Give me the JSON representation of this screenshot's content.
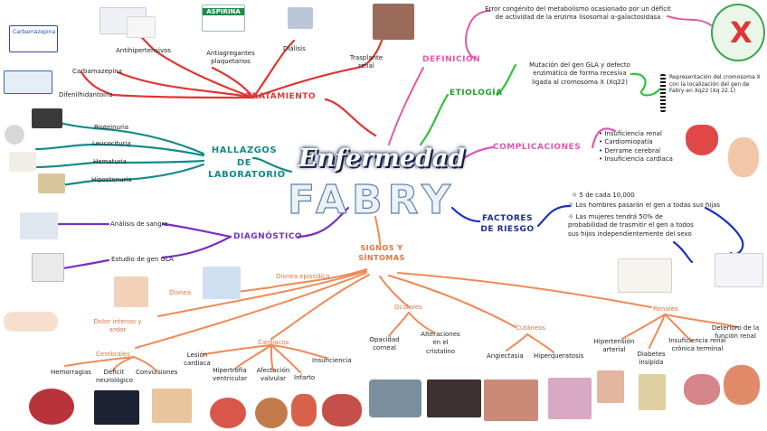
{
  "title": "Enfermedad",
  "subtitle": "FABRY",
  "branches": {
    "tratamiento": "TRATAMIENTO",
    "hallazgos": "HALLAZGOS DE LABORATORIO",
    "diagnostico": "DIAGNÓSTICO",
    "definicion": "DEFINICIÓN",
    "etiologia": "ETIOLOGÍA",
    "complicaciones": "COMPLICACIONES",
    "factores": "FACTORES DE RIESGO",
    "signos": "SIGNOS Y SÍNTOMAS"
  },
  "tratamiento": {
    "items": [
      "Antihipertensivos",
      "Antiagregantes plaquetarios",
      "Diálisis",
      "Trasplante renal",
      "Carbamazepina",
      "Difenilhidantoína"
    ],
    "labels": {
      "aspirina": "ASPIRINA",
      "carbamazepina": "Carbamazepina"
    }
  },
  "hallazgos": {
    "items": [
      "Proteinuria",
      "Leucocituria",
      "Hematuria",
      "Hipostenuria"
    ]
  },
  "diagnostico": {
    "items": [
      "Análisis de sangre",
      "Estudio de gen GLA"
    ]
  },
  "definicion": {
    "text": "Error congénito del metabolismo ocasionado por un déficit de actividad de la enzima lisosomal α-galactosidasa"
  },
  "etiologia": {
    "text": "Mutación del gen GLA y defecto enzimático de forma recesiva ligada al cromosoma X (Xq22)",
    "note": "Representación del cromosoma X con la localización del gen de Fabry en Xq22 (Xq 22.1)"
  },
  "complicaciones": {
    "items": [
      "Insuficiencia renal",
      "Cardiomiopatía",
      "Derrame cerebral",
      "Insuficiencia cardíaca"
    ]
  },
  "factores": {
    "items": [
      "5 de cada 10,000",
      "Los hombres pasarán el gen a todas sus hijas",
      "Las mujeres tendrá 50% de probabilidad de trasmitir el gen a todos sus hijos independientemente del sexo"
    ]
  },
  "signos": {
    "disnea": "Disnea",
    "disnea_ep": "Disnea episódica",
    "dolor": "Dolor intenso y ardor",
    "cerebrales": "Cerebrales",
    "cerebrales_items": [
      "Hemorragias",
      "Déficit neurológico",
      "Convulsiones"
    ],
    "cardiacos": "Cardiacos",
    "cardiacos_items": [
      "Lesión cardiaca",
      "Hipertrofia ventricular",
      "Afectación valvular",
      "Infarto",
      "Insuficiencia"
    ],
    "oculares": "Oculares",
    "oculares_items": [
      "Opacidad corneal",
      "Alteraciones en el cristalino"
    ],
    "cutaneos": "Cutáneos",
    "cutaneos_items": [
      "Angiectasia",
      "Hiperqueratosis"
    ],
    "renales": "Renales",
    "renales_items": [
      "Hipertensión arterial",
      "Diabetes insípida",
      "Insuficiencia renal crónica terminal",
      "Deterioro de la función renal"
    ]
  },
  "colors": {
    "tratamiento": "#e03535",
    "hallazgos": "#138a8a",
    "diagnostico": "#7a2ec2",
    "definicion": "#e05aa8",
    "etiologia": "#2ec43a",
    "complicaciones": "#d958b5",
    "factores": "#1a2fc2",
    "signos": "#f08a55"
  }
}
